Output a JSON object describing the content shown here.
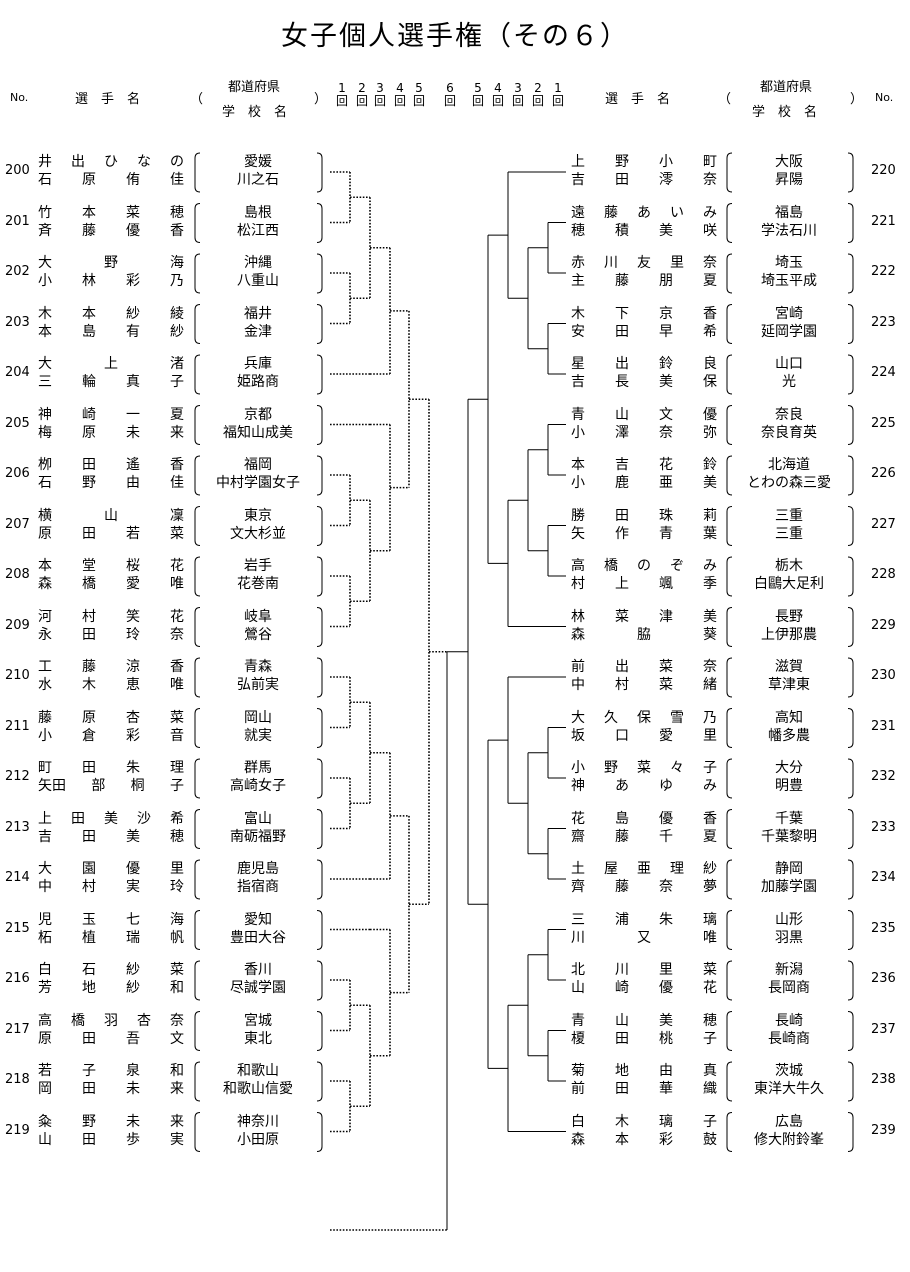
{
  "title": "女子個人選手権（その６）",
  "header": {
    "no_label": "No.",
    "player_label": "選　手　名",
    "paren_open": "（",
    "paren_close": "）",
    "pref_label": "都道府県",
    "school_label": "学　校　名",
    "rounds_left": [
      "1回",
      "2回",
      "3回",
      "4回",
      "5回",
      "6回"
    ],
    "rounds_right": [
      "5回",
      "4回",
      "3回",
      "2回",
      "1回"
    ]
  },
  "left_entries": [
    {
      "no": "200",
      "p1": [
        "井",
        "出",
        "ひ",
        "な",
        "の"
      ],
      "p2": [
        "石",
        "原",
        "侑",
        "佳"
      ],
      "pref": "愛媛",
      "school": "川之石"
    },
    {
      "no": "201",
      "p1": [
        "竹",
        "本",
        "菜",
        "穂"
      ],
      "p2": [
        "斉",
        "藤",
        "優",
        "香"
      ],
      "pref": "島根",
      "school": "松江西"
    },
    {
      "no": "202",
      "p1": [
        "大",
        "野",
        "海"
      ],
      "p2": [
        "小",
        "林",
        "彩",
        "乃"
      ],
      "pref": "沖縄",
      "school": "八重山"
    },
    {
      "no": "203",
      "p1": [
        "木",
        "本",
        "紗",
        "綾"
      ],
      "p2": [
        "本",
        "島",
        "有",
        "紗"
      ],
      "pref": "福井",
      "school": "金津"
    },
    {
      "no": "204",
      "p1": [
        "大",
        "上",
        "渚"
      ],
      "p2": [
        "三",
        "輪",
        "真",
        "子"
      ],
      "pref": "兵庫",
      "school": "姫路商"
    },
    {
      "no": "205",
      "p1": [
        "神",
        "崎",
        "一",
        "夏"
      ],
      "p2": [
        "梅",
        "原",
        "未",
        "来"
      ],
      "pref": "京都",
      "school": "福知山成美"
    },
    {
      "no": "206",
      "p1": [
        "栁",
        "田",
        "遙",
        "香"
      ],
      "p2": [
        "石",
        "野",
        "由",
        "佳"
      ],
      "pref": "福岡",
      "school": "中村学園女子"
    },
    {
      "no": "207",
      "p1": [
        "横",
        "山",
        "凜"
      ],
      "p2": [
        "原",
        "田",
        "若",
        "菜"
      ],
      "pref": "東京",
      "school": "文大杉並"
    },
    {
      "no": "208",
      "p1": [
        "本",
        "堂",
        "桜",
        "花"
      ],
      "p2": [
        "森",
        "橋",
        "愛",
        "唯"
      ],
      "pref": "岩手",
      "school": "花巻南"
    },
    {
      "no": "209",
      "p1": [
        "河",
        "村",
        "笑",
        "花"
      ],
      "p2": [
        "永",
        "田",
        "玲",
        "奈"
      ],
      "pref": "岐阜",
      "school": "鶯谷"
    },
    {
      "no": "210",
      "p1": [
        "工",
        "藤",
        "涼",
        "香"
      ],
      "p2": [
        "水",
        "木",
        "恵",
        "唯"
      ],
      "pref": "青森",
      "school": "弘前実"
    },
    {
      "no": "211",
      "p1": [
        "藤",
        "原",
        "杏",
        "菜"
      ],
      "p2": [
        "小",
        "倉",
        "彩",
        "音"
      ],
      "pref": "岡山",
      "school": "就実"
    },
    {
      "no": "212",
      "p1": [
        "町",
        "田",
        "朱",
        "理"
      ],
      "p2": [
        "矢田",
        "部",
        "桐",
        "子"
      ],
      "pref": "群馬",
      "school": "高崎女子"
    },
    {
      "no": "213",
      "p1": [
        "上",
        "田",
        "美",
        "沙",
        "希"
      ],
      "p2": [
        "吉",
        "田",
        "美",
        "穂"
      ],
      "pref": "富山",
      "school": "南砺福野"
    },
    {
      "no": "214",
      "p1": [
        "大",
        "園",
        "優",
        "里"
      ],
      "p2": [
        "中",
        "村",
        "実",
        "玲"
      ],
      "pref": "鹿児島",
      "school": "指宿商"
    },
    {
      "no": "215",
      "p1": [
        "児",
        "玉",
        "七",
        "海"
      ],
      "p2": [
        "柘",
        "植",
        "瑞",
        "帆"
      ],
      "pref": "愛知",
      "school": "豊田大谷"
    },
    {
      "no": "216",
      "p1": [
        "白",
        "石",
        "紗",
        "菜"
      ],
      "p2": [
        "芳",
        "地",
        "紗",
        "和"
      ],
      "pref": "香川",
      "school": "尽誠学園"
    },
    {
      "no": "217",
      "p1": [
        "高",
        "橋",
        "羽",
        "杏",
        "奈"
      ],
      "p2": [
        "原",
        "田",
        "吾",
        "文"
      ],
      "pref": "宮城",
      "school": "東北"
    },
    {
      "no": "218",
      "p1": [
        "若",
        "子",
        "泉",
        "和"
      ],
      "p2": [
        "岡",
        "田",
        "未",
        "来"
      ],
      "pref": "和歌山",
      "school": "和歌山信愛"
    },
    {
      "no": "219",
      "p1": [
        "粂",
        "野",
        "未",
        "来"
      ],
      "p2": [
        "山",
        "田",
        "歩",
        "実"
      ],
      "pref": "神奈川",
      "school": "小田原"
    }
  ],
  "right_entries": [
    {
      "no": "220",
      "p1": [
        "上",
        "野",
        "小",
        "町"
      ],
      "p2": [
        "吉",
        "田",
        "澪",
        "奈"
      ],
      "pref": "大阪",
      "school": "昇陽"
    },
    {
      "no": "221",
      "p1": [
        "遠",
        "藤",
        "あ",
        "い",
        "み"
      ],
      "p2": [
        "穂",
        "積",
        "美",
        "咲"
      ],
      "pref": "福島",
      "school": "学法石川"
    },
    {
      "no": "222",
      "p1": [
        "赤",
        "川",
        "友",
        "里",
        "奈"
      ],
      "p2": [
        "主",
        "藤",
        "朋",
        "夏"
      ],
      "pref": "埼玉",
      "school": "埼玉平成"
    },
    {
      "no": "223",
      "p1": [
        "木",
        "下",
        "京",
        "香"
      ],
      "p2": [
        "安",
        "田",
        "早",
        "希"
      ],
      "pref": "宮崎",
      "school": "延岡学園"
    },
    {
      "no": "224",
      "p1": [
        "星",
        "出",
        "鈴",
        "良"
      ],
      "p2": [
        "吉",
        "長",
        "美",
        "保"
      ],
      "pref": "山口",
      "school": "光"
    },
    {
      "no": "225",
      "p1": [
        "青",
        "山",
        "文",
        "優"
      ],
      "p2": [
        "小",
        "澤",
        "奈",
        "弥"
      ],
      "pref": "奈良",
      "school": "奈良育英"
    },
    {
      "no": "226",
      "p1": [
        "本",
        "吉",
        "花",
        "鈴"
      ],
      "p2": [
        "小",
        "鹿",
        "亜",
        "美"
      ],
      "pref": "北海道",
      "school": "とわの森三愛"
    },
    {
      "no": "227",
      "p1": [
        "勝",
        "田",
        "珠",
        "莉"
      ],
      "p2": [
        "矢",
        "作",
        "青",
        "葉"
      ],
      "pref": "三重",
      "school": "三重"
    },
    {
      "no": "228",
      "p1": [
        "高",
        "橋",
        "の",
        "ぞ",
        "み"
      ],
      "p2": [
        "村",
        "上",
        "颯",
        "季"
      ],
      "pref": "栃木",
      "school": "白鷗大足利"
    },
    {
      "no": "229",
      "p1": [
        "林",
        "菜",
        "津",
        "美"
      ],
      "p2": [
        "森",
        "脇",
        "葵"
      ],
      "pref": "長野",
      "school": "上伊那農"
    },
    {
      "no": "230",
      "p1": [
        "前",
        "出",
        "菜",
        "奈"
      ],
      "p2": [
        "中",
        "村",
        "菜",
        "緒"
      ],
      "pref": "滋賀",
      "school": "草津東"
    },
    {
      "no": "231",
      "p1": [
        "大",
        "久",
        "保",
        "雪",
        "乃"
      ],
      "p2": [
        "坂",
        "口",
        "愛",
        "里"
      ],
      "pref": "高知",
      "school": "幡多農"
    },
    {
      "no": "232",
      "p1": [
        "小",
        "野",
        "菜",
        "々",
        "子"
      ],
      "p2": [
        "神",
        "あ",
        "ゆ",
        "み"
      ],
      "pref": "大分",
      "school": "明豊"
    },
    {
      "no": "233",
      "p1": [
        "花",
        "島",
        "優",
        "香"
      ],
      "p2": [
        "齋",
        "藤",
        "千",
        "夏"
      ],
      "pref": "千葉",
      "school": "千葉黎明"
    },
    {
      "no": "234",
      "p1": [
        "土",
        "屋",
        "亜",
        "理",
        "紗"
      ],
      "p2": [
        "齊",
        "藤",
        "奈",
        "夢"
      ],
      "pref": "静岡",
      "school": "加藤学園"
    },
    {
      "no": "235",
      "p1": [
        "三",
        "浦",
        "朱",
        "璃"
      ],
      "p2": [
        "川",
        "又",
        "唯"
      ],
      "pref": "山形",
      "school": "羽黒"
    },
    {
      "no": "236",
      "p1": [
        "北",
        "川",
        "里",
        "菜"
      ],
      "p2": [
        "山",
        "崎",
        "優",
        "花"
      ],
      "pref": "新潟",
      "school": "長岡商"
    },
    {
      "no": "237",
      "p1": [
        "青",
        "山",
        "美",
        "穂"
      ],
      "p2": [
        "榎",
        "田",
        "桃",
        "子"
      ],
      "pref": "長崎",
      "school": "長崎商"
    },
    {
      "no": "238",
      "p1": [
        "菊",
        "地",
        "由",
        "真"
      ],
      "p2": [
        "前",
        "田",
        "華",
        "織"
      ],
      "pref": "茨城",
      "school": "東洋大牛久"
    },
    {
      "no": "239",
      "p1": [
        "白",
        "木",
        "璃",
        "子"
      ],
      "p2": [
        "森",
        "本",
        "彩",
        "鼓"
      ],
      "pref": "広島",
      "school": "修大附鈴峯"
    }
  ]
}
